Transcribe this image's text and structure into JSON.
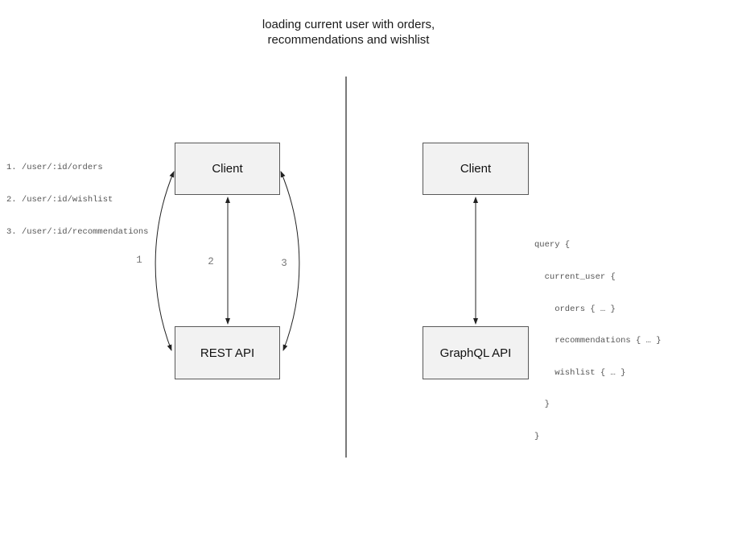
{
  "title": {
    "line1": "loading current user with orders,",
    "line2": "recommendations and wishlist"
  },
  "rest_diagram": {
    "endpoint_list": [
      "1. /user/:id/orders",
      "2. /user/:id/wishlist",
      "3. /user/:id/recommendations"
    ],
    "client_label": "Client",
    "api_label": "REST API",
    "call_labels": [
      "1",
      "2",
      "3"
    ]
  },
  "graphql_diagram": {
    "client_label": "Client",
    "api_label": "GraphQL API",
    "query_lines": [
      "query {",
      "  current_user {",
      "    orders { … }",
      "    recommendations { … }",
      "    wishlist { … }",
      "  }",
      "}"
    ]
  },
  "colors": {
    "background": "#ffffff",
    "box_fill": "#f2f2f2",
    "box_border": "#595959",
    "arrow_stroke": "#222222",
    "divider": "#4d4d4d",
    "mono_text": "#555555",
    "label_text": "#777777",
    "title_text": "#1a1a1a"
  }
}
